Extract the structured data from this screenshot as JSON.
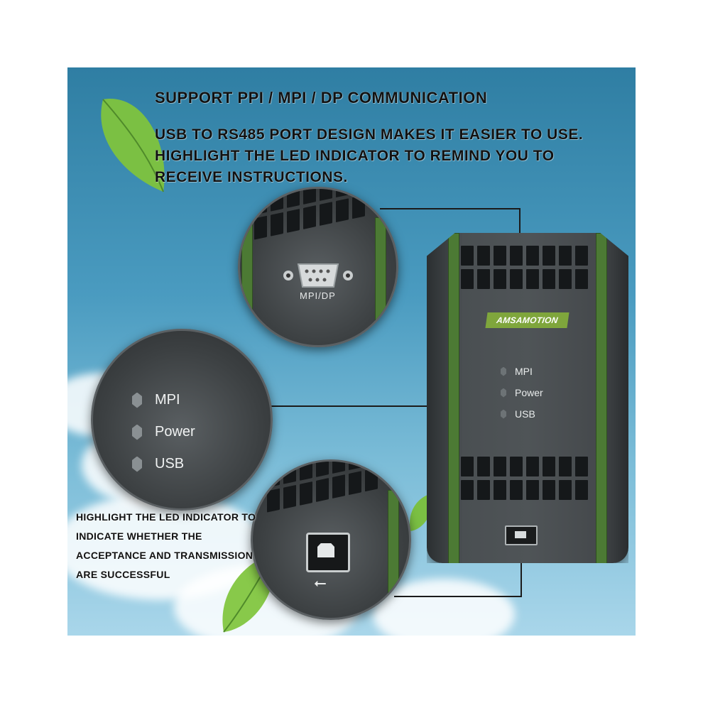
{
  "headlines": {
    "line1": "SUPPORT PPI / MPI / DP COMMUNICATION",
    "line2": "USB TO RS485 PORT DESIGN MAKES IT EASIER TO USE. HIGHLIGHT THE LED INDICATOR TO REMIND YOU TO RECEIVE INSTRUCTIONS."
  },
  "side_note": "HIGHLIGHT THE LED INDICATOR TO INDICATE WHETHER THE ACCEPTANCE AND TRANSMISSION ARE SUCCESSFUL",
  "device": {
    "brand": "AMSAMOTION",
    "leds": [
      "MPI",
      "Power",
      "USB"
    ]
  },
  "callouts": {
    "serial_port_label": "MPI/DP",
    "led_labels": [
      "MPI",
      "Power",
      "USB"
    ],
    "usb_symbol": "⭠"
  },
  "colors": {
    "accent_green": "#4c7a34",
    "brand_green": "#7fa63c",
    "body_dark": "#45494c"
  }
}
